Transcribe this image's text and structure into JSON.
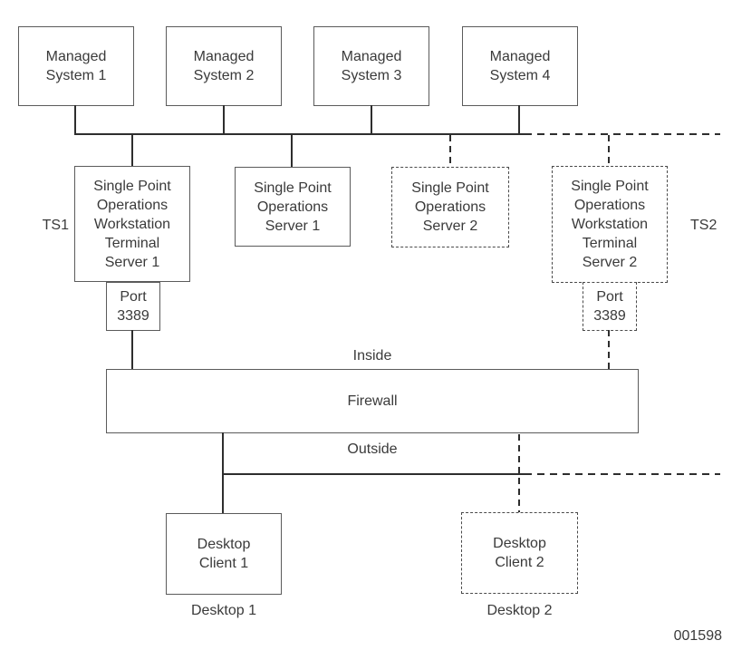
{
  "diagram": {
    "title": "Single Point Operations terminal-server network diagram",
    "colors": {
      "background": "#ffffff",
      "line": "#2e2e2e",
      "solid_border": "#5b5b5b",
      "dashed_border": "#4a4a4a",
      "text": "#3a3a3a"
    },
    "nodes": {
      "managed_system_1": {
        "label": "Managed\nSystem 1",
        "style": "solid"
      },
      "managed_system_2": {
        "label": "Managed\nSystem 2",
        "style": "solid"
      },
      "managed_system_3": {
        "label": "Managed\nSystem 3",
        "style": "solid"
      },
      "managed_system_4": {
        "label": "Managed\nSystem 4",
        "style": "solid"
      },
      "terminal_server_1": {
        "label": "Single Point\nOperations\nWorkstation\nTerminal\nServer 1",
        "style": "solid"
      },
      "server_1": {
        "label": "Single Point\nOperations\nServer 1",
        "style": "solid"
      },
      "server_2": {
        "label": "Single Point\nOperations\nServer 2",
        "style": "dashed"
      },
      "terminal_server_2": {
        "label": "Single Point\nOperations\nWorkstation\nTerminal\nServer 2",
        "style": "dashed"
      },
      "port_1": {
        "label": "Port\n3389",
        "style": "solid"
      },
      "port_2": {
        "label": "Port\n3389",
        "style": "dashed"
      },
      "firewall": {
        "label": "Firewall",
        "style": "solid"
      },
      "desktop_client_1": {
        "label": "Desktop\nClient 1",
        "style": "solid"
      },
      "desktop_client_2": {
        "label": "Desktop\nClient 2",
        "style": "dashed"
      }
    },
    "labels": {
      "ts1": "TS1",
      "ts2": "TS2",
      "inside": "Inside",
      "outside": "Outside",
      "desktop_1": "Desktop 1",
      "desktop_2": "Desktop 2",
      "figure_number": "001598"
    }
  }
}
